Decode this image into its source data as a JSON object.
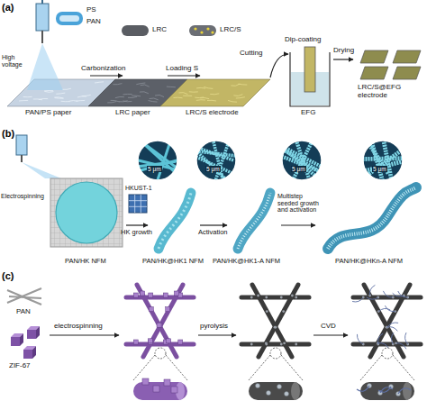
{
  "diagram": {
    "labels": [
      "(a)",
      "PS",
      "PAN",
      "High voltage",
      "LRC",
      "LRC/S",
      "Cutting",
      "Dip-coating",
      "Drying",
      "Carbonization",
      "Loading S",
      "EFG",
      "PAN/PS paper",
      "LRC paper",
      "LRC/S electrode",
      "LRC/S@EFG electrode",
      "(b)",
      "Electrospinning",
      "5 μm",
      "5 μm",
      "5 μm",
      "5 μm",
      "HK growth",
      "HKUST-1",
      "Activation",
      "Multistep seeded growth and activation",
      "PAN/HK NFM",
      "PAN/HK@HK1 NFM",
      "PAN/HK@HK1-A NFM",
      "PAN/HK@HKn-A NFM",
      "(c)",
      "PAN",
      "ZIF-67",
      "electrospinning",
      "pyrolysis",
      "CVD"
    ]
  }
}
